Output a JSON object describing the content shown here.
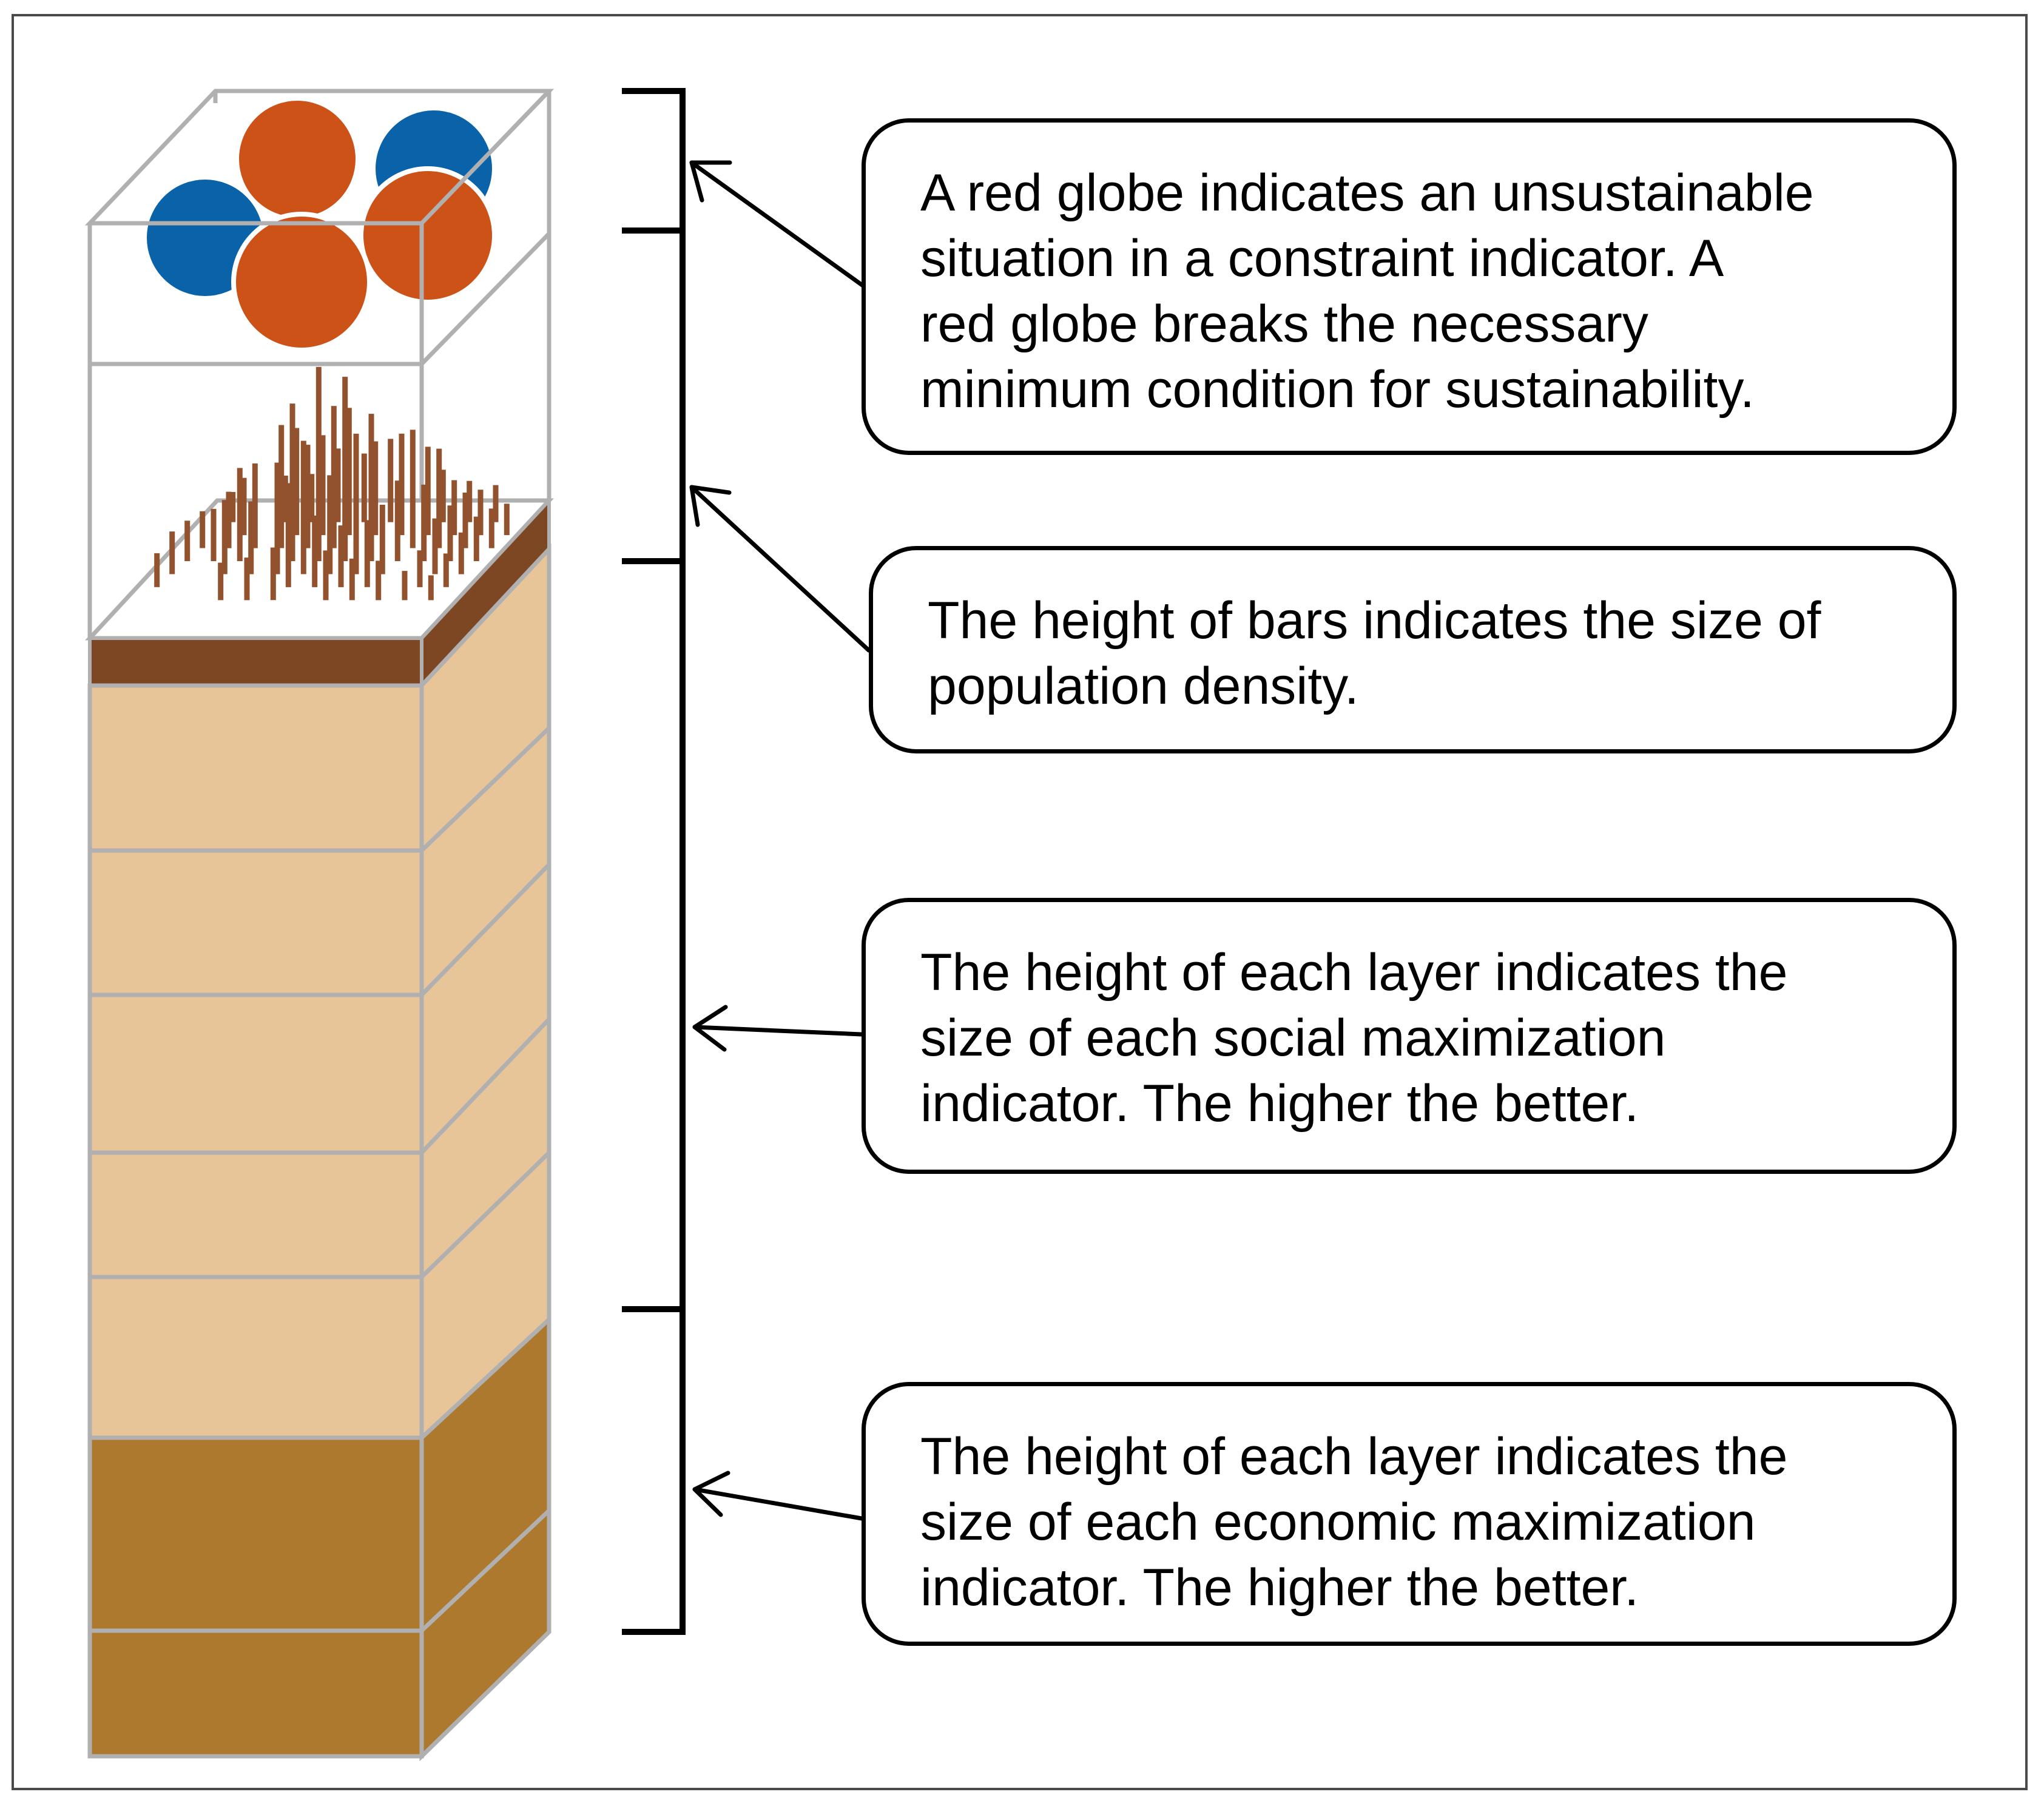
{
  "colors": {
    "globe_red": "#CC5218",
    "globe_blue": "#0A63A9",
    "population_bar": "#93522E",
    "social_layer": "#E8C598",
    "economic_layer": "#AD792F",
    "top_soil": "#7E4724",
    "wireframe": "#B0B0B0",
    "outline": "#000000"
  },
  "icons": [
    "globe-icon",
    "bar-icon",
    "layer-block-icon",
    "bracket-icon",
    "arrow-icon"
  ],
  "callouts": {
    "globes": {
      "lines": [
        "A red globe indicates an unsustainable",
        "situation in a constraint indicator. A",
        "red globe breaks the necessary",
        "minimum condition for sustainability."
      ]
    },
    "bars": {
      "lines": [
        "The height of bars indicates the size of",
        "population density."
      ]
    },
    "social": {
      "lines": [
        "The height of each layer indicates the",
        "size of each social maximization",
        "indicator. The higher the better."
      ]
    },
    "economic": {
      "lines": [
        "The height of each layer indicates the",
        "size of each economic maximization",
        "indicator. The higher the better."
      ]
    }
  }
}
